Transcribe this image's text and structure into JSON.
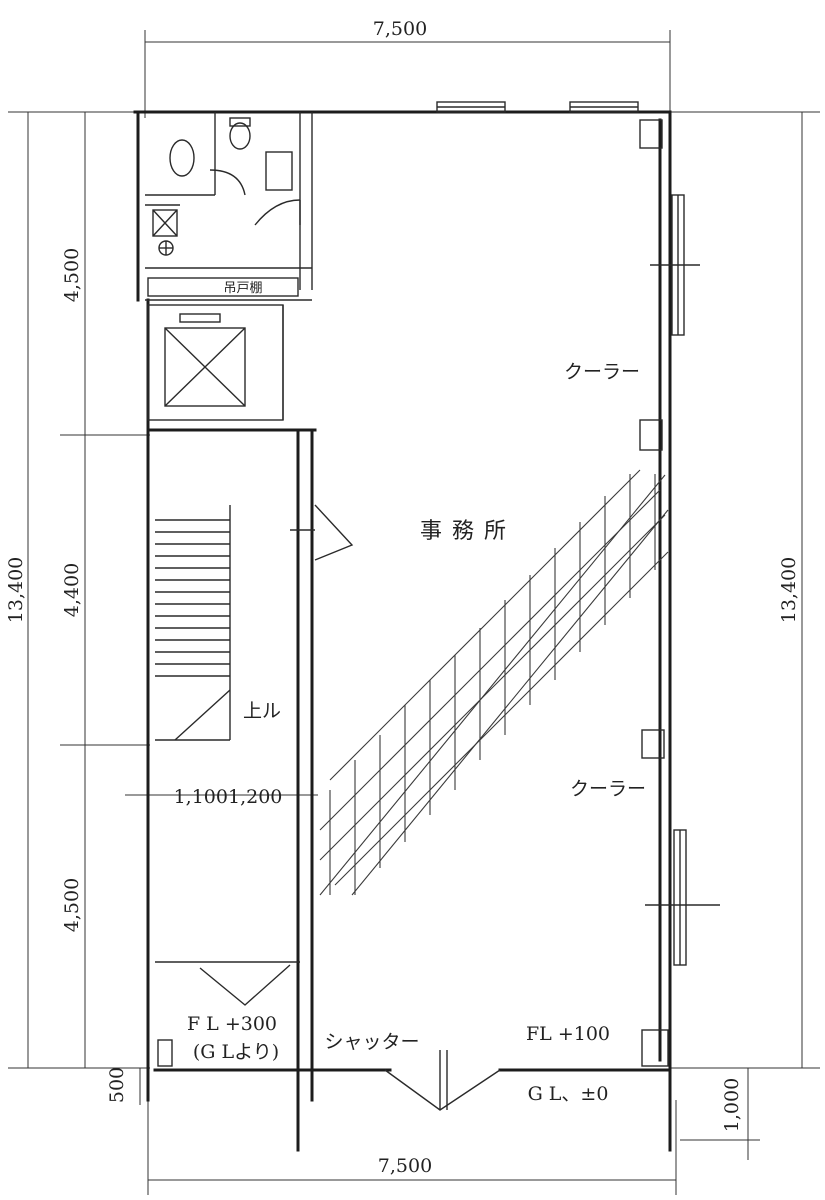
{
  "dimensions": {
    "top_width": "7,500",
    "bottom_width": "7,500",
    "left_total": "13,400",
    "right_total": "13,400",
    "segment_top": "4,500",
    "segment_middle": "4,400",
    "segment_bottom": "4,500",
    "stair_widths": "1,1001,200",
    "offset_left": "500",
    "offset_right": "1,000"
  },
  "labels": {
    "room": "事務所",
    "cooler_upper": "クーラー",
    "cooler_lower": "クーラー",
    "storage": "吊戸棚",
    "stairs_up": "上ル",
    "floor_level_entry": "F L +300",
    "floor_level_entry_note": "(G Lより)",
    "shutter": "シャッター",
    "floor_level_office": "FL +100",
    "ground_level": "G L、±0"
  },
  "colors": {
    "line": "#1c1c1c",
    "background": "#ffffff"
  }
}
